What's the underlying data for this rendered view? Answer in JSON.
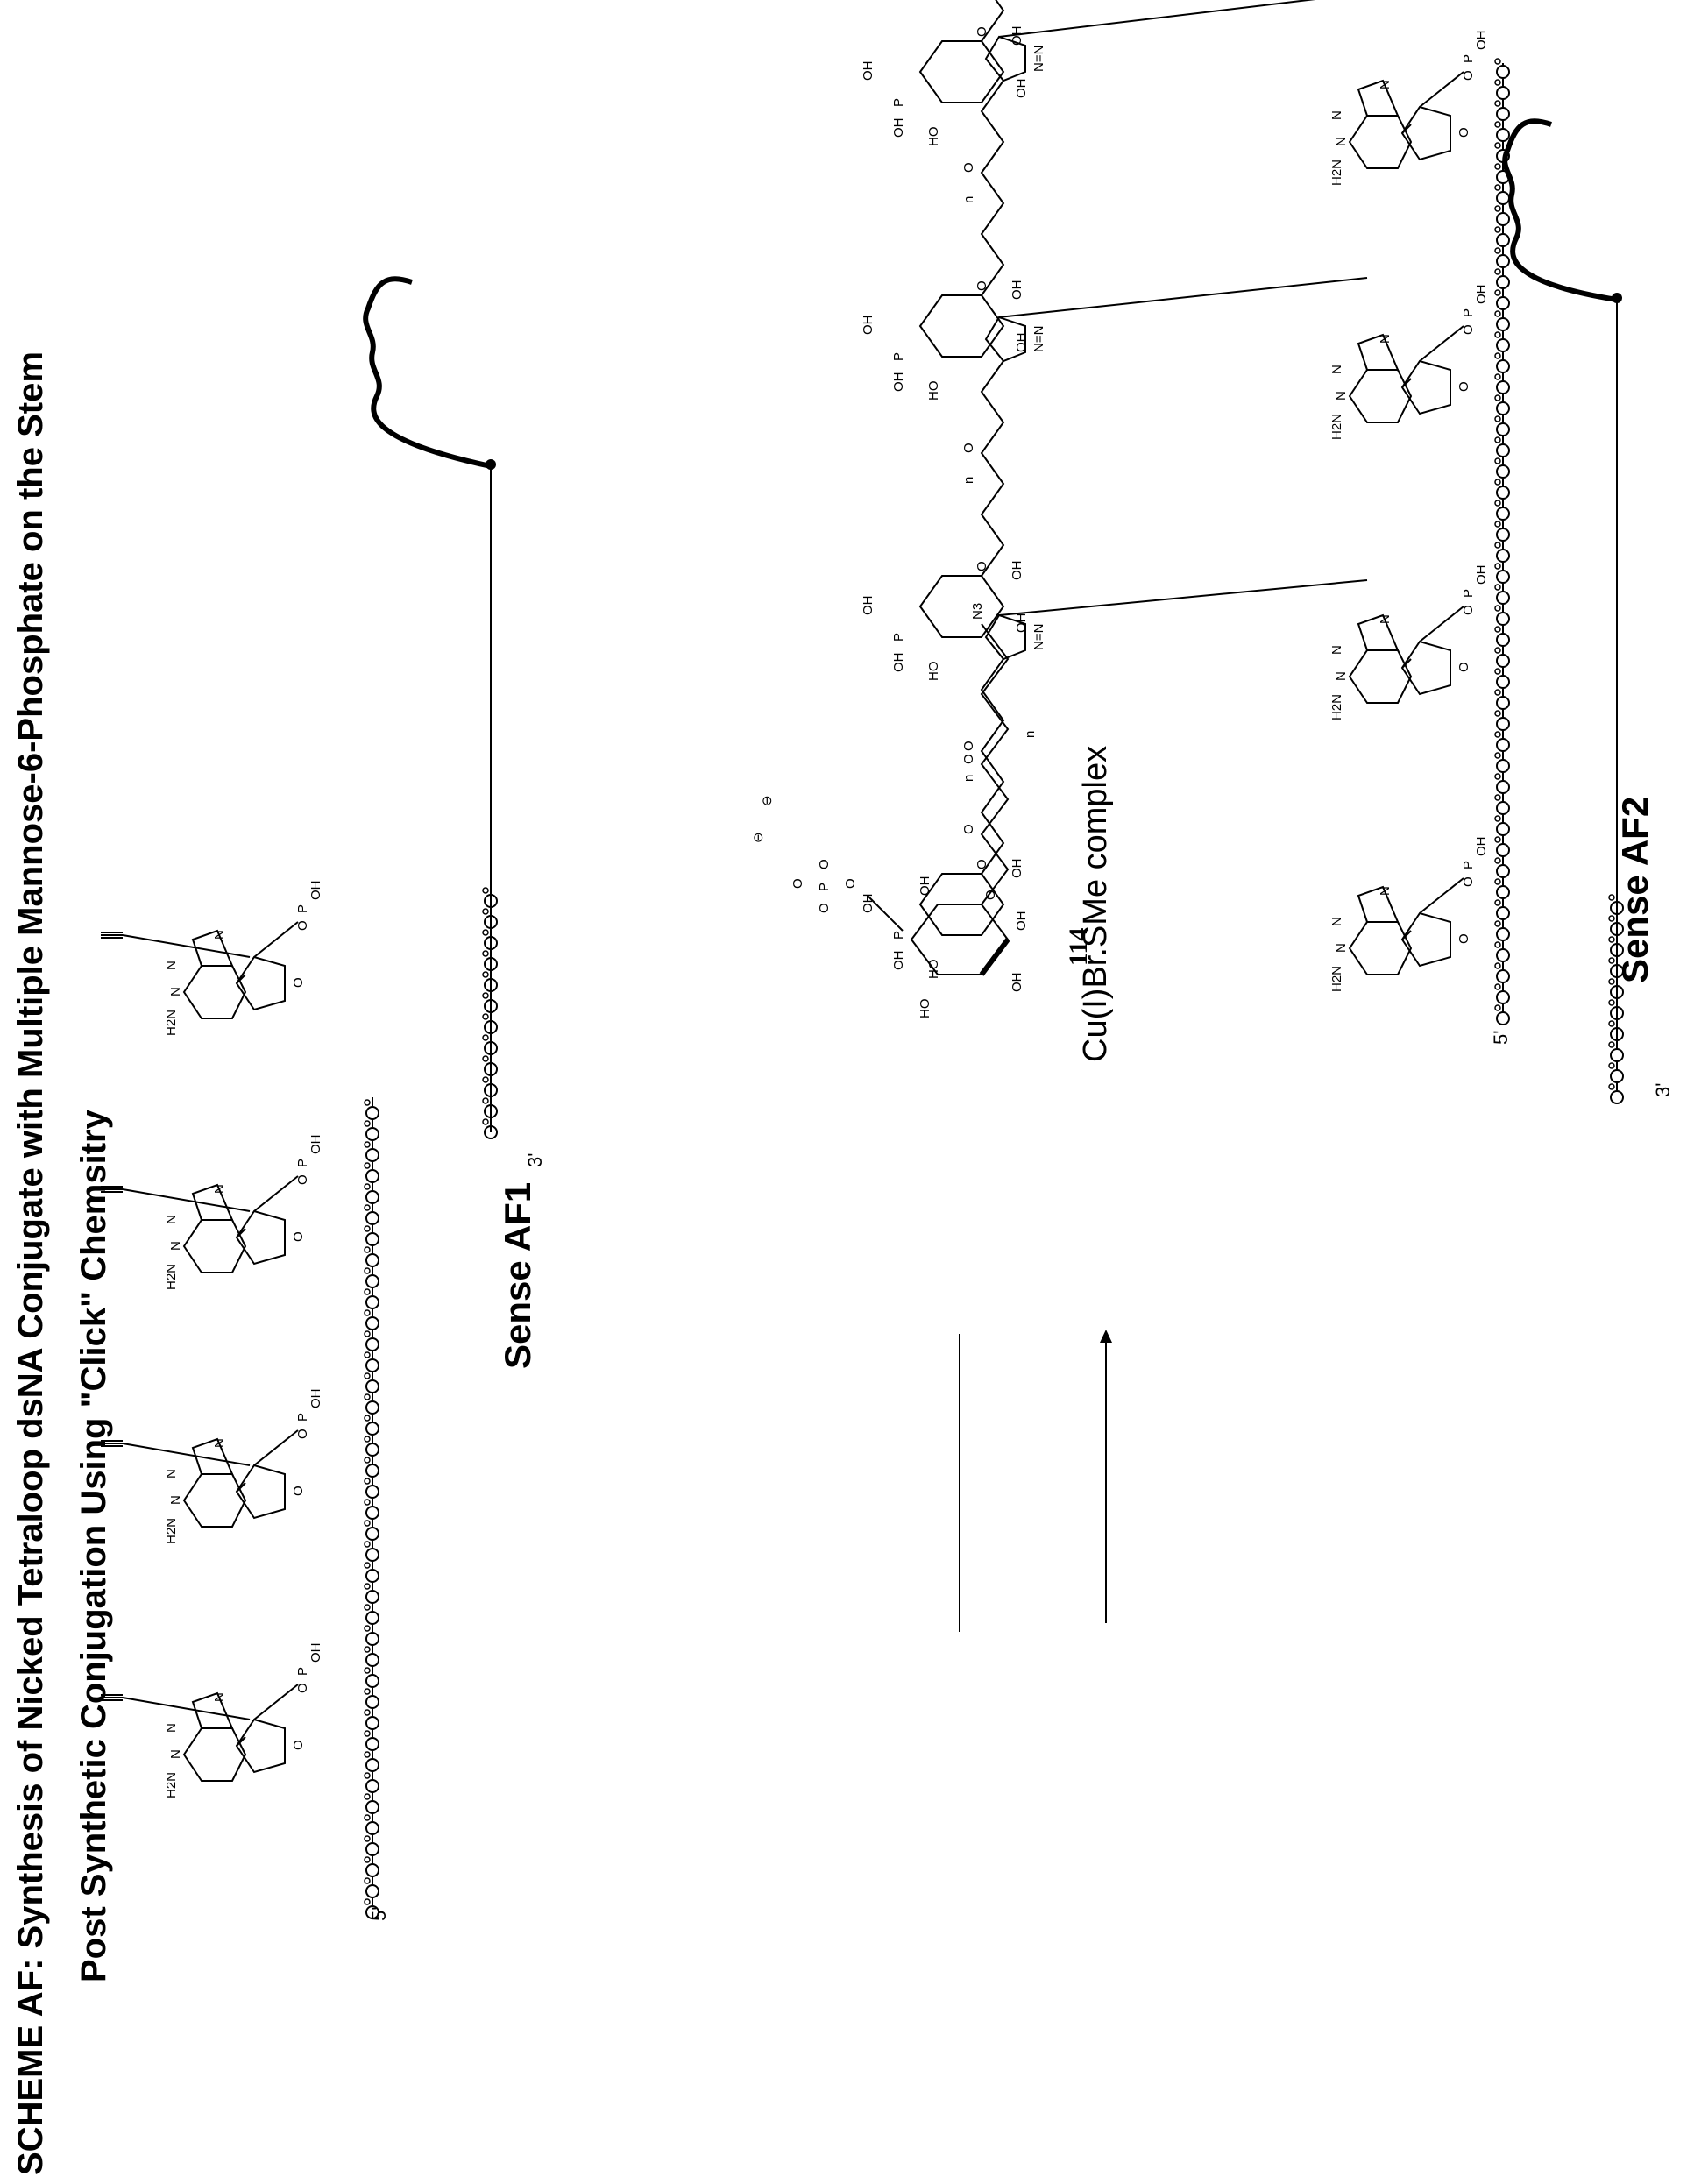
{
  "scheme": {
    "title_line1": "SCHEME AF: Synthesis of Nicked Tetraloop dsNA Conjugate with Multiple Mannose-6-Phosphate on the Stem",
    "title_line2": "Post Synthetic Conjugation Using \"Click\" Chemsitry"
  },
  "sense_af1": {
    "label": "Sense AF1",
    "five_prime": "5'",
    "three_prime": "3'"
  },
  "sense_af2": {
    "label": "Sense AF2",
    "five_prime": "5'",
    "three_prime": "3'"
  },
  "reagent": {
    "compound_number": "114",
    "catalyst": "Cu(I)Br.SMe complex",
    "azide_label": "N3",
    "repeat_label": "n",
    "charge_symbol": "⊖"
  },
  "atoms": {
    "amine": "H2N",
    "n": "N",
    "o": "O",
    "p": "P",
    "oh": "OH",
    "ho": "HO",
    "n_eq_n": "N=N",
    "n_index": "n"
  }
}
